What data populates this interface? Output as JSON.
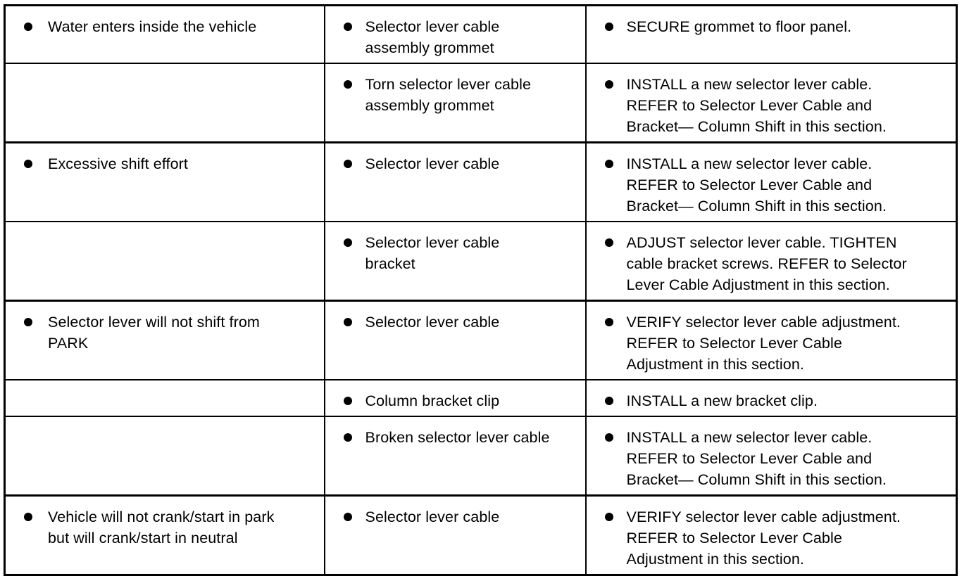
{
  "rows": [
    {
      "condition": "Water enters inside the vehicle",
      "cause": "Selector lever cable\nassembly grommet",
      "action": "SECURE grommet to floor panel."
    },
    {
      "condition": "",
      "cause": "Torn selector lever cable\nassembly grommet",
      "action": "INSTALL a new selector lever cable.\nREFER to Selector Lever Cable and\nBracket— Column Shift in this section."
    },
    {
      "condition": "Excessive shift effort",
      "cause": "Selector lever cable",
      "action": "INSTALL a new selector lever cable.\nREFER to Selector Lever Cable and\nBracket— Column Shift in this section."
    },
    {
      "condition": "",
      "cause": "Selector lever cable\nbracket",
      "action": "ADJUST selector lever cable. TIGHTEN\ncable bracket screws. REFER to Selector\nLever Cable Adjustment in this section."
    },
    {
      "condition": "Selector lever will not shift from\nPARK",
      "cause": "Selector lever cable",
      "action": "VERIFY selector lever cable adjustment.\nREFER to Selector Lever Cable\nAdjustment in this section."
    },
    {
      "condition": "",
      "cause": "Column bracket clip",
      "action": "INSTALL a new bracket clip."
    },
    {
      "condition": "",
      "cause": "Broken selector lever cable",
      "action": "INSTALL a new selector lever cable.\nREFER to Selector Lever Cable and\nBracket— Column Shift in this section."
    },
    {
      "condition": "Vehicle will not crank/start in park\nbut will crank/start in neutral",
      "cause": "Selector lever cable",
      "action": "VERIFY selector lever cable adjustment.\nREFER to Selector Lever Cable\nAdjustment in this section."
    }
  ]
}
